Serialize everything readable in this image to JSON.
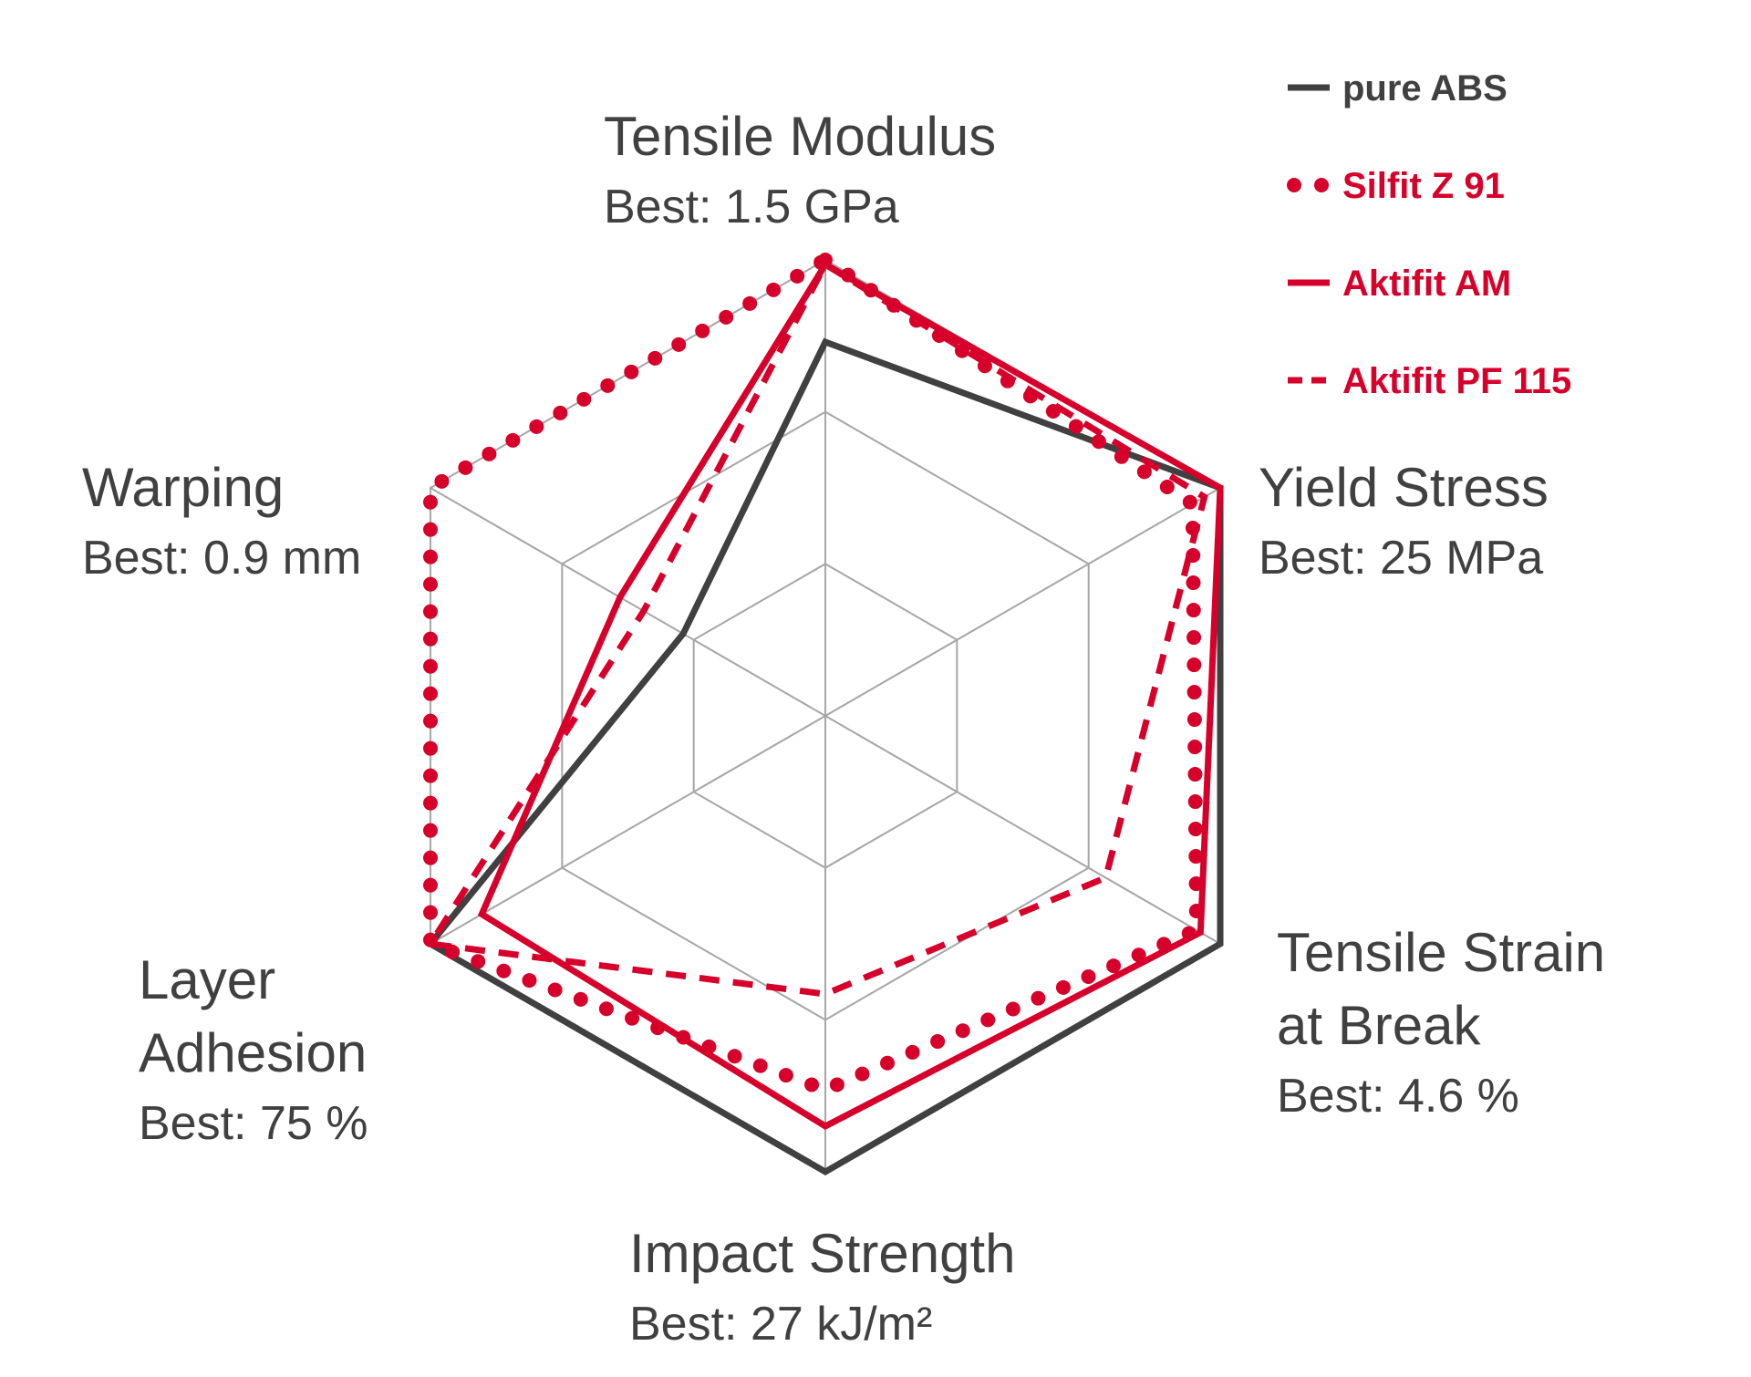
{
  "chart_data": {
    "type": "radar",
    "title": "",
    "levels": 3,
    "axes": [
      {
        "name": "Tensile Modulus",
        "name_lines": [
          "Tensile Modulus"
        ],
        "best": "Best: 1.5 GPa"
      },
      {
        "name": "Yield Stress",
        "name_lines": [
          "Yield Stress"
        ],
        "best": "Best: 25 MPa"
      },
      {
        "name": "Tensile Strain at Break",
        "name_lines": [
          "Tensile Strain",
          "at Break"
        ],
        "best": "Best: 4.6 %"
      },
      {
        "name": "Impact Strength",
        "name_lines": [
          "Impact Strength"
        ],
        "best": "Best: 27 kJ/m²"
      },
      {
        "name": "Layer Adhesion",
        "name_lines": [
          "Layer",
          "Adhesion"
        ],
        "best": "Best: 75 %"
      },
      {
        "name": "Warping",
        "name_lines": [
          "Warping"
        ],
        "best": "Best: 0.9 mm"
      }
    ],
    "series": [
      {
        "name": "pure ABS",
        "style": "solid",
        "color": "#404040",
        "values": [
          0.82,
          1.0,
          1.0,
          1.0,
          1.0,
          0.36
        ]
      },
      {
        "name": "Silfit Z 91",
        "style": "dotted",
        "color": "#d6002a",
        "values": [
          1.0,
          0.93,
          0.94,
          0.82,
          1.0,
          1.0
        ]
      },
      {
        "name": "Aktifit AM",
        "style": "solid",
        "color": "#d6002a",
        "values": [
          0.99,
          1.0,
          0.95,
          0.9,
          0.87,
          0.52
        ]
      },
      {
        "name": "Aktifit PF 115",
        "style": "dashed",
        "color": "#d6002a",
        "values": [
          0.99,
          0.96,
          0.71,
          0.61,
          1.0,
          0.46
        ]
      }
    ],
    "grid": true,
    "legend_position": "top-right"
  }
}
